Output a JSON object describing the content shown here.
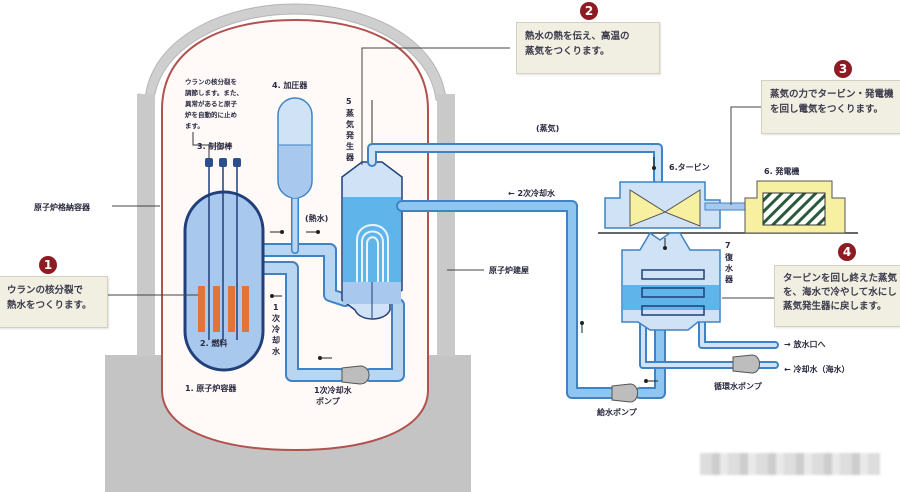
{
  "diagram": {
    "title": "PWR nuclear power plant schematic",
    "colors": {
      "pipe": "#7fb6e6",
      "pipe_outline": "#3f83c4",
      "vessel": "#a9c8ee",
      "vessel_outline": "#213f7a",
      "hot_water": "#5fb5ea",
      "fuel": "#e0743a",
      "containment_line": "#b0524f",
      "building": "#c9c9c9",
      "generator": "#f6f0a0",
      "badge": "#8e1b22",
      "note_bg": "#f1eee2"
    },
    "callouts": [
      {
        "number": "1",
        "lines": [
          "ウランの核分裂で",
          "熱水をつくります。"
        ]
      },
      {
        "number": "2",
        "lines": [
          "熱水の熱を伝え、高温の",
          "蒸気をつくります。"
        ]
      },
      {
        "number": "3",
        "lines": [
          "蒸気の力でタービン・発電機",
          "を回し電気をつくります。"
        ]
      },
      {
        "number": "4",
        "lines": [
          "タービンを回し終えた蒸気",
          "を、海水で冷やして水にし",
          "蒸気発生器に戻します。"
        ]
      }
    ],
    "labels": {
      "containment_vessel": "原子炉格納容器",
      "reactor_building": "原子炉建屋",
      "reactor_vessel": "1. 原子炉容器",
      "fuel": "2. 燃料",
      "control_rods": "3. 制御棒",
      "control_rods_note": [
        "ウランの核分裂を",
        "調節します。また、",
        "異常があると原子",
        "炉を自動的に止め",
        "ます。"
      ],
      "pressurizer": "4. 加圧器",
      "steam_generator": [
        "5",
        "蒸",
        "気",
        "発",
        "生",
        "器"
      ],
      "turbine": "6.タービン",
      "generator": "6. 発電機",
      "condenser": [
        "7",
        "復",
        "水",
        "器"
      ],
      "hot_water": "(熱水)",
      "steam": "(蒸気)",
      "primary_coolant": [
        "1",
        "次",
        "冷",
        "却",
        "水"
      ],
      "primary_pump": [
        "1次冷却水",
        "ポンプ"
      ],
      "secondary_coolant": "← 2次冷却水",
      "feedwater_pump": "給水ポンプ",
      "circulating_pump": "循環水ポンプ",
      "to_outlet": "→ 放水口へ",
      "cooling_water": "← 冷却水（海水）"
    },
    "watermark": "blurred"
  }
}
